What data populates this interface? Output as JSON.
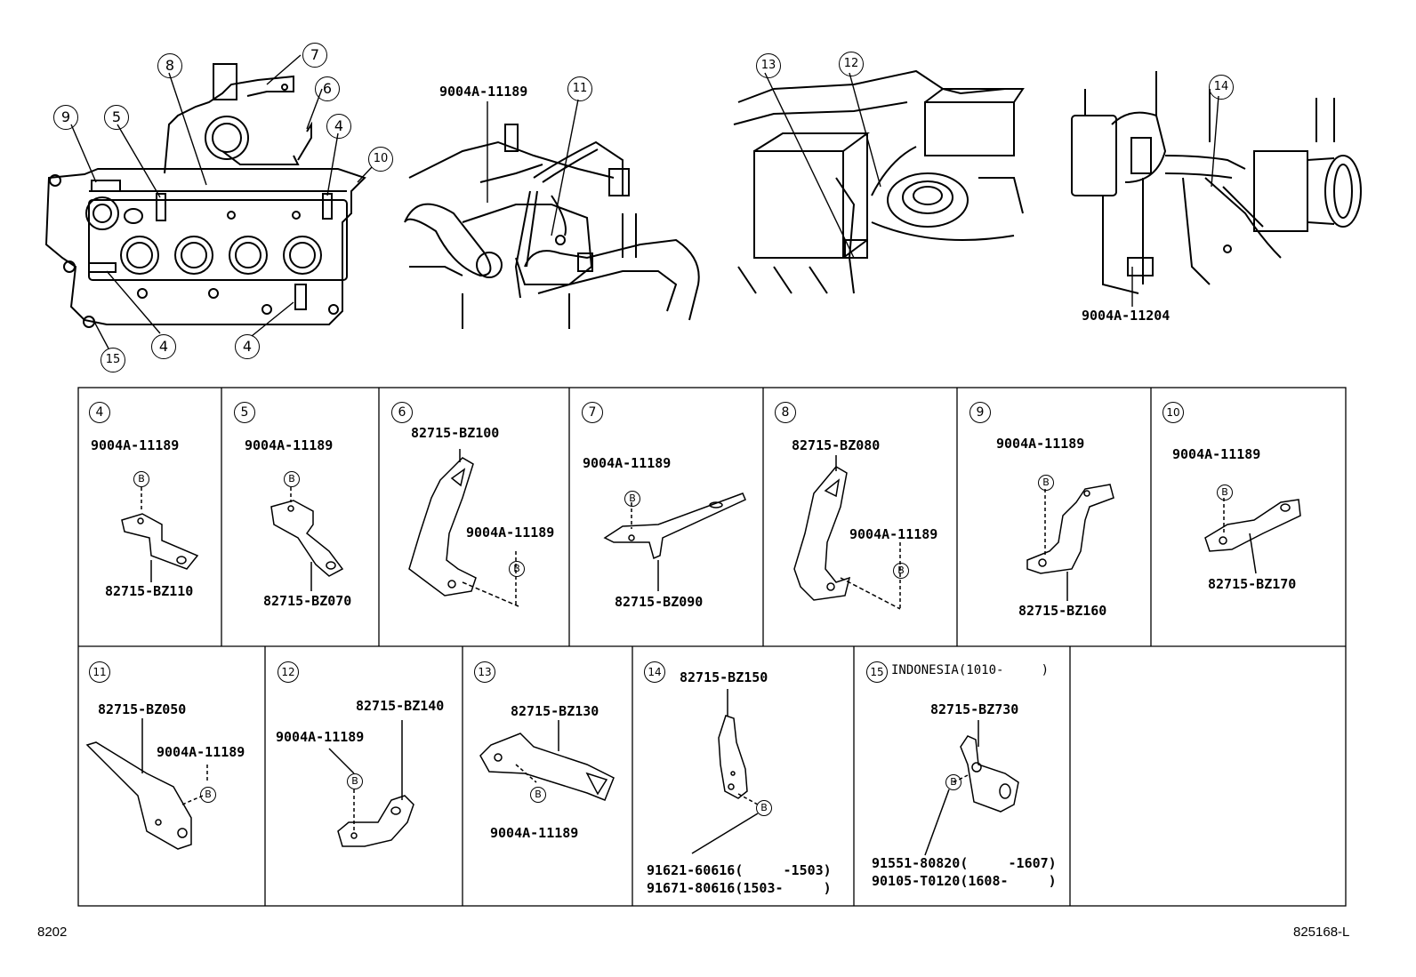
{
  "overview": {
    "engine_callouts": [
      "7",
      "8",
      "6",
      "9",
      "5",
      "4",
      "10",
      "4",
      "4",
      "15"
    ],
    "harness_part": "9004A-11189",
    "harness_callout": "11",
    "battery_callouts": [
      "13",
      "12"
    ],
    "right_part": "9004A-11204",
    "right_callout": "14"
  },
  "cells": [
    {
      "no": "4",
      "labels": [
        "9004A-11189",
        "82715-BZ110"
      ]
    },
    {
      "no": "5",
      "labels": [
        "9004A-11189",
        "82715-BZ070"
      ]
    },
    {
      "no": "6",
      "labels": [
        "82715-BZ100",
        "9004A-11189"
      ]
    },
    {
      "no": "7",
      "labels": [
        "9004A-11189",
        "82715-BZ090"
      ]
    },
    {
      "no": "8",
      "labels": [
        "82715-BZ080",
        "9004A-11189"
      ]
    },
    {
      "no": "9",
      "labels": [
        "9004A-11189",
        "82715-BZ160"
      ]
    },
    {
      "no": "10",
      "labels": [
        "9004A-11189",
        "82715-BZ170"
      ]
    },
    {
      "no": "11",
      "labels": [
        "82715-BZ050",
        "9004A-11189"
      ]
    },
    {
      "no": "12",
      "labels": [
        "82715-BZ140",
        "9004A-11189"
      ]
    },
    {
      "no": "13",
      "labels": [
        "82715-BZ130",
        "9004A-11189"
      ]
    },
    {
      "no": "14",
      "labels": [
        "82715-BZ150",
        "91621-60616(     -1503)",
        "91671-80616(1503-     )"
      ]
    },
    {
      "no": "15",
      "note": "INDONESIA(1010-     )",
      "labels": [
        "82715-BZ730",
        "91551-80820(     -1607)",
        "90105-T0120(1608-     )"
      ]
    }
  ],
  "bolt_symbol": "B",
  "footer": {
    "left": "8202",
    "right": "825168-L"
  }
}
